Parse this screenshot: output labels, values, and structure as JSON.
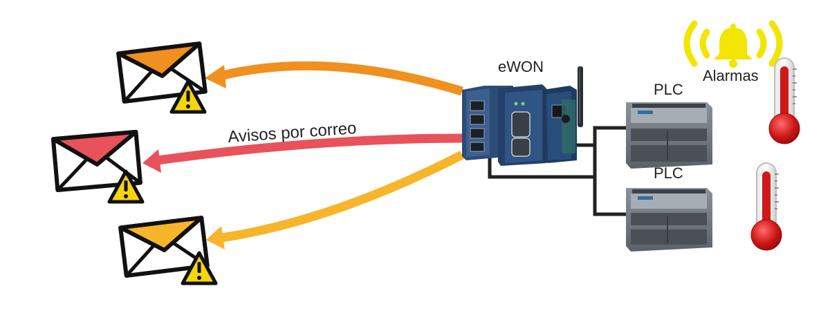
{
  "labels": {
    "ewon": "eWON",
    "plc_top": "PLC",
    "plc_bottom": "PLC",
    "alarms": "Alarmas",
    "email_alerts": "Avisos por correo"
  },
  "colors": {
    "arrow_top": "#F0901E",
    "arrow_middle": "#E8525A",
    "arrow_bottom": "#F7B52B",
    "envelope_top_flap": "#F0901E",
    "envelope_middle_flap": "#E8525A",
    "envelope_bottom_flap": "#F7B52B",
    "warning_yellow": "#F6D50E",
    "bell_yellow": "#F2E500",
    "device_blue": "#25456E",
    "plc_gray": "#6E7680",
    "thermometer_red": "#D01818",
    "cable": "#222222"
  },
  "icons": [
    "envelope-icon",
    "warning-icon",
    "bell-icon",
    "thermometer-icon",
    "antenna-icon"
  ]
}
